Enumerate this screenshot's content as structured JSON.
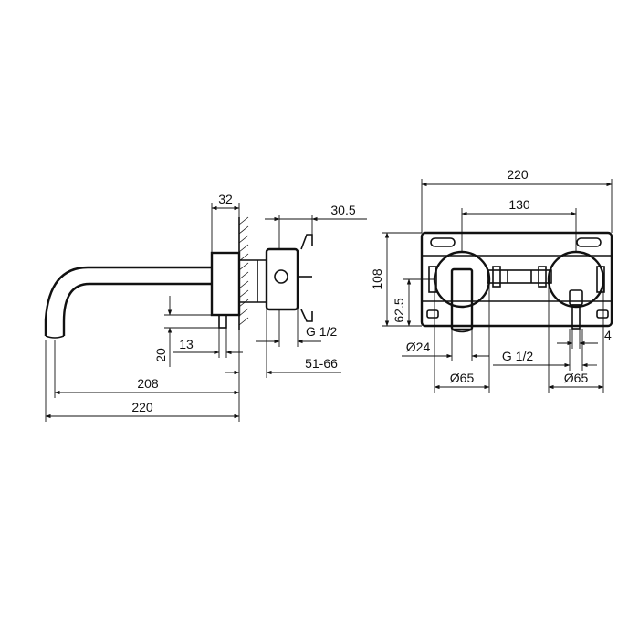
{
  "side_view": {
    "dim_wall_depth": "32",
    "dim_valve_face": "30.5",
    "dim_thread": "G 1/2",
    "dim_handle_offset": "13",
    "dim_spout_drop": "20",
    "dim_box_range": "51-66",
    "dim_spout_reach": "208",
    "dim_overall_length": "220"
  },
  "front_view": {
    "dim_overall_width": "220",
    "dim_centres": "130",
    "dim_height": "108",
    "dim_axis_height": "62.5",
    "dim_spout_dia": "Ø24",
    "dim_thread": "G 1/2",
    "dim_small": "4",
    "dim_rosette_left": "Ø65",
    "dim_rosette_right": "Ø65"
  }
}
